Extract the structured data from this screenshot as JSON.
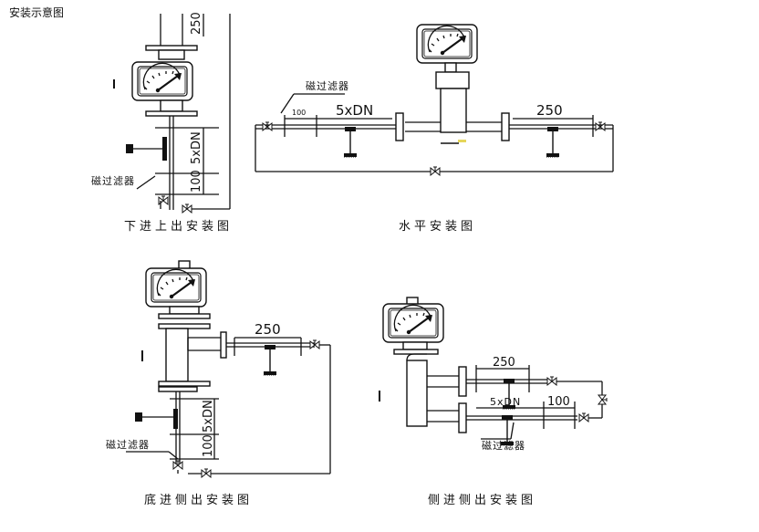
{
  "page_title": "安装示意图",
  "labels": {
    "magnetic_filter": "磁过滤器"
  },
  "dimensions": {
    "d250": "250",
    "d5xdn": "5xDN",
    "d100": "100"
  },
  "captions": {
    "bottom_in_top_out": "下进上出安装图",
    "horizontal": "水平安装图",
    "bottom_in_side_out": "底进侧出安装图",
    "side_in_side_out": "侧进侧出安装图"
  }
}
